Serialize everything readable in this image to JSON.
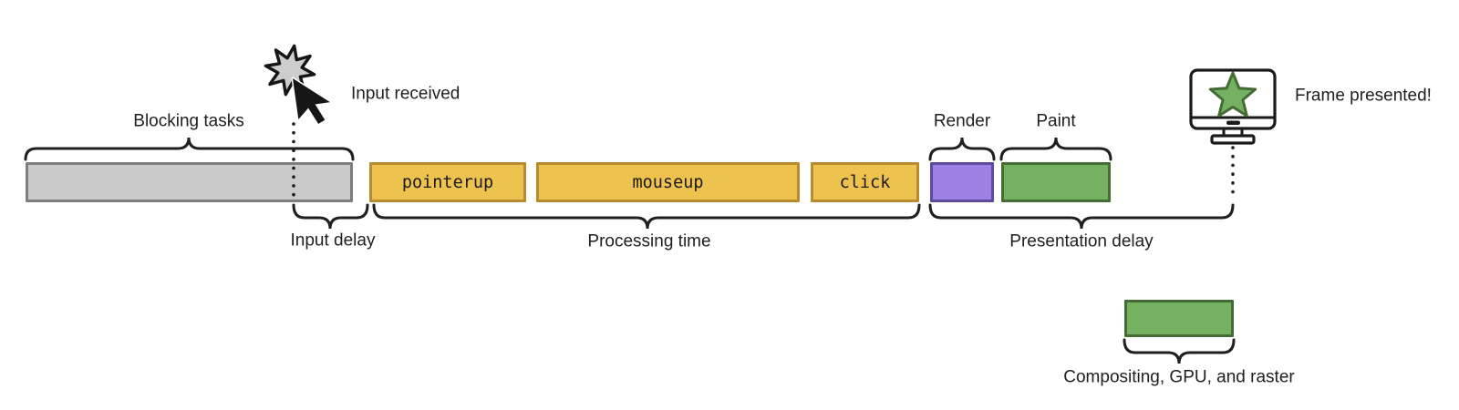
{
  "labels": {
    "blocking_tasks": "Blocking tasks",
    "input_received": "Input received",
    "input_delay": "Input delay",
    "processing_time": "Processing time",
    "render": "Render",
    "paint": "Paint",
    "presentation_delay": "Presentation delay",
    "frame_presented": "Frame presented!",
    "compositing": "Compositing, GPU, and raster"
  },
  "events": {
    "pointerup": "pointerup",
    "mouseup": "mouseup",
    "click": "click"
  },
  "segments": [
    {
      "name": "blocking-tasks",
      "kind": "task",
      "color_key": "task-gray-fill",
      "label": ""
    },
    {
      "name": "pointerup",
      "kind": "event-handler",
      "color_key": "task-yellow-fill",
      "label": "pointerup"
    },
    {
      "name": "mouseup",
      "kind": "event-handler",
      "color_key": "task-yellow-fill",
      "label": "mouseup"
    },
    {
      "name": "click",
      "kind": "event-handler",
      "color_key": "task-yellow-fill",
      "label": "click"
    },
    {
      "name": "render",
      "kind": "render",
      "color_key": "render-purple-fill",
      "label": ""
    },
    {
      "name": "paint",
      "kind": "paint",
      "color_key": "paint-green-fill",
      "label": ""
    },
    {
      "name": "compositing-gpu-raster",
      "kind": "compositor",
      "color_key": "paint-green-fill",
      "label": ""
    }
  ],
  "icons": {
    "input_burst": "burst-star-icon",
    "input_cursor": "mouse-cursor-icon",
    "monitor": "monitor-icon",
    "frame_star": "green-star-icon"
  },
  "colors": {
    "ink": "#1f1f1f",
    "task-gray-fill": "#cacaca",
    "task-gray-border": "#7e7e7e",
    "task-yellow-fill": "#edc24f",
    "task-yellow-border": "#b78c2e",
    "render-purple-fill": "#9d80e4",
    "render-purple-border": "#5e4b9e",
    "paint-green-fill": "#74b161",
    "paint-green-border": "#466c35",
    "burst-gray": "#cdcdcd"
  }
}
